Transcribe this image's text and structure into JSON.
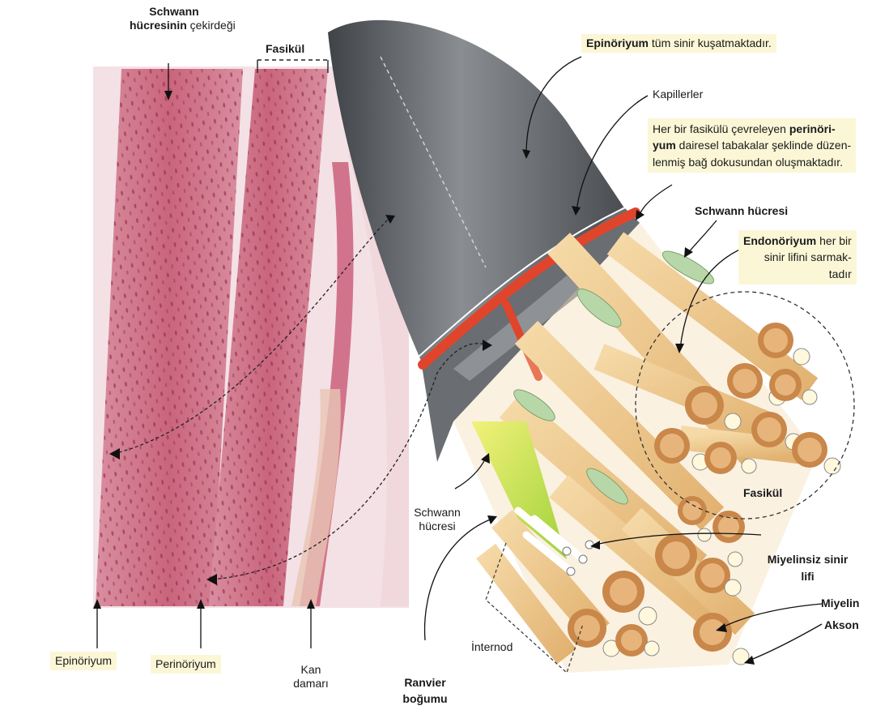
{
  "labels": {
    "schwann_nucleus_bold_1": "Schwann",
    "schwann_nucleus_bold_2": "hücresinin",
    "schwann_nucleus_rest": " çekirdeği",
    "fasikul_top": "Fasikül",
    "epinoriyum_bold": "Epinöriyum",
    "epinoriyum_rest": " tüm sinir kuşatmaktadır.",
    "kapillerler": "Kapillerler",
    "perinoriyum_line1_pre": "Her bir fasikülü çevreleyen ",
    "perinoriyum_line1_bold": "perinöri-",
    "perinoriyum_line2_bold": "yum",
    "perinoriyum_line2_rest": " dairesel tabakalar şeklinde düzen-",
    "perinoriyum_line3": "lenmiş bağ dokusundan oluşmaktadır.",
    "schwann_hucresi_right": "Schwann hücresi",
    "endonoriyum_bold": "Endonöriyum",
    "endonoriyum_line1_rest": " her bir",
    "endonoriyum_line2": "sinir lifini sarmak-",
    "endonoriyum_line3": "tadır",
    "fasikul_circle": "Fasikül",
    "schwann_left_line1": "Schwann",
    "schwann_left_line2": "hücresi",
    "miyelinsiz_line1": "Miyelinsiz sinir",
    "miyelinsiz_line2": "lifi",
    "miyelin": "Miyelin",
    "akson": "Akson",
    "internod": "İnternod",
    "ranvier_line1": "Ranvier",
    "ranvier_line2": "boğumu",
    "bottom_epinoriyum": "Epinöriyum",
    "bottom_perinoriyum": "Perinöriyum",
    "kan_line1": "Kan",
    "kan_line2": "damarı"
  },
  "colors": {
    "epineurium": "#5c5f63",
    "perineurium": "#e0452b",
    "fiber": "#efc98a",
    "myelin": "#c9874a",
    "axon": "#fff8dc",
    "schwann_cell": "#b8d7a8",
    "unmyelinated_schwann": "#d7e63a",
    "tissue": "#d97e94",
    "label_highlight": "#fbf7d6"
  }
}
